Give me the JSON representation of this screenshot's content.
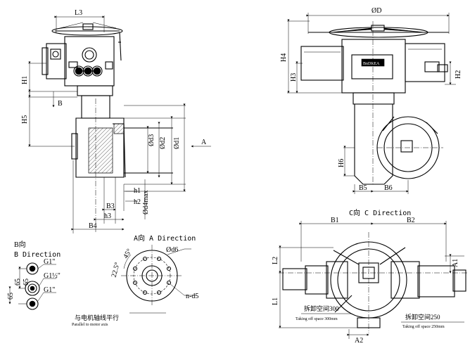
{
  "figure": {
    "top_left_view": {
      "labels": {
        "L3": "L3",
        "H1": "H1",
        "B": "B",
        "H5": "H5",
        "A": "A",
        "phi_d3": "Ød3",
        "phi_d2": "Ød2",
        "phi_d1": "Ød1",
        "phi_d4max": "Ød4max",
        "h1": "h1",
        "h2": "h2",
        "h3": "h3",
        "B3": "B3",
        "B4": "B4"
      }
    },
    "top_right_view": {
      "labels": {
        "phi_D": "ØD",
        "H4": "H4",
        "H3": "H3",
        "H2": "H2",
        "H6": "H6",
        "B5": "B5",
        "B6": "B6"
      },
      "brand_plate": "BnDREA"
    },
    "b_direction": {
      "title_cn": "B向",
      "title_en": "B Direction",
      "ports": [
        "G1\"",
        "G1½\"",
        "G1\""
      ],
      "dims": [
        "65",
        "65",
        "65"
      ]
    },
    "a_direction": {
      "title": "A向 A Direction",
      "phi_d6": "Ød6",
      "angle_45": "45°",
      "angle_22_5": "22.5°",
      "holes": "n-d5",
      "note_cn": "与电机轴线平行",
      "note_en": "Parallel to motor axis"
    },
    "c_direction": {
      "title": "C向 C Direction",
      "labels": {
        "B1": "B1",
        "B2": "B2",
        "L1": "L1",
        "L2": "L2",
        "A1": "A1",
        "A2": "A2"
      },
      "takeoff_left_cn": "拆卸空间300",
      "takeoff_left_en": "Taking off space 300mm",
      "takeoff_right_cn": "拆卸空间250",
      "takeoff_right_en": "Taking off space 250mm"
    }
  }
}
